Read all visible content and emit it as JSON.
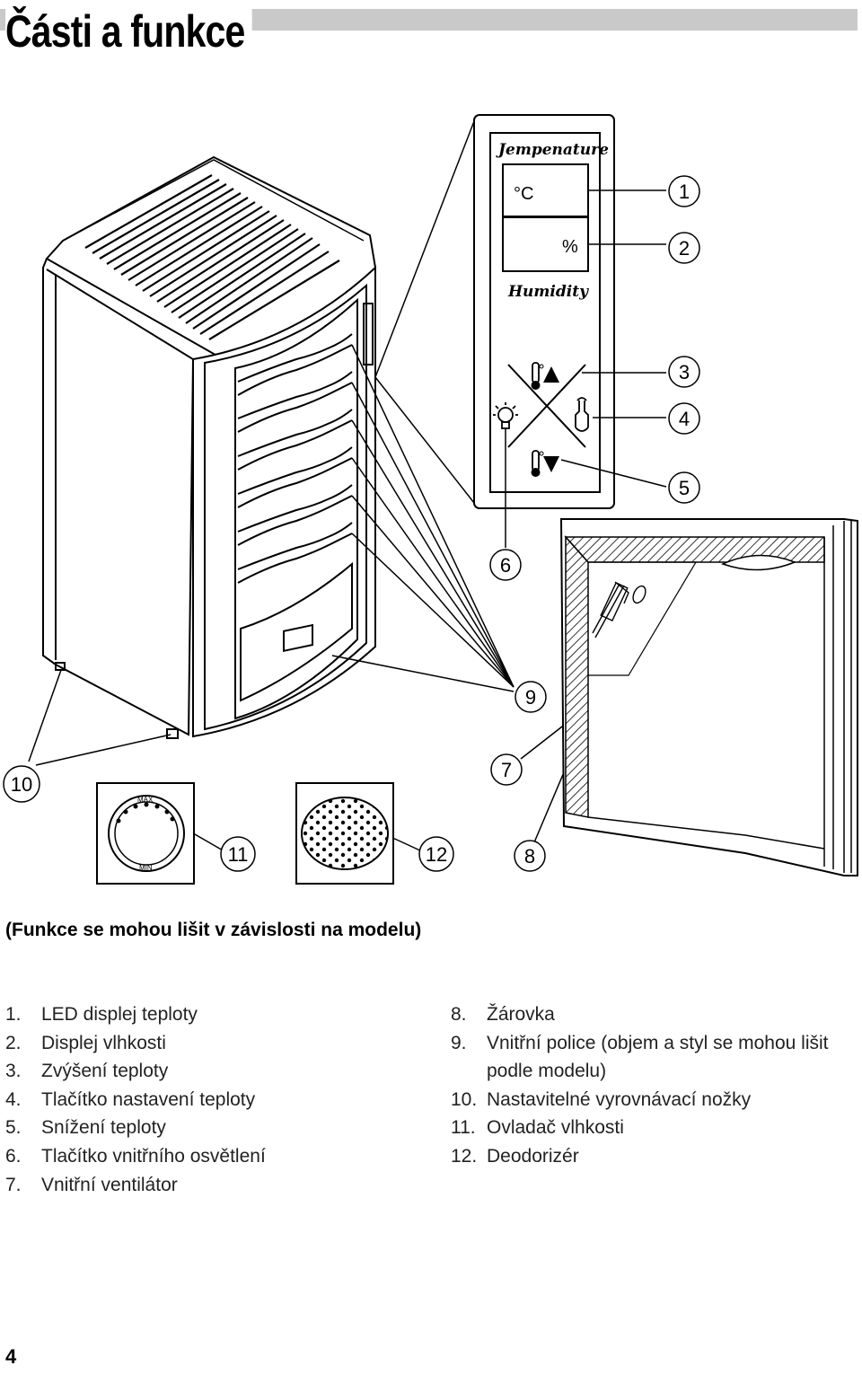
{
  "page": {
    "title": "Části a funkce",
    "note": "(Funkce se mohou lišit v závislosti na modelu)",
    "page_number": "4"
  },
  "panel": {
    "temperature_label": "Jempenature",
    "celsius_unit": "°C",
    "percent_unit": "%",
    "humidity_label": "Humidity"
  },
  "humidity_dial": {
    "max_label": "MAX",
    "min_label": "MIN"
  },
  "callouts": [
    "1",
    "2",
    "3",
    "4",
    "5",
    "6",
    "7",
    "8",
    "9",
    "10",
    "11",
    "12"
  ],
  "parts_left": [
    {
      "num": "1.",
      "text": "LED displej teploty"
    },
    {
      "num": "2.",
      "text": "Displej vlhkosti"
    },
    {
      "num": "3.",
      "text": "Zvýšení teploty"
    },
    {
      "num": "4.",
      "text": "Tlačítko nastavení teploty"
    },
    {
      "num": "5.",
      "text": "Snížení teploty"
    },
    {
      "num": "6.",
      "text": "Tlačítko vnitřního osvětlení"
    },
    {
      "num": "7.",
      "text": "Vnitřní ventilátor"
    }
  ],
  "parts_right": [
    {
      "num": "8.",
      "text": "Žárovka"
    },
    {
      "num": "9.",
      "text": "Vnitřní police (objem a styl se mohou lišit podle modelu)"
    },
    {
      "num": "10.",
      "text": "Nastavitelné vyrovnávací nožky"
    },
    {
      "num": "11.",
      "text": "Ovladač vlhkosti"
    },
    {
      "num": "12.",
      "text": "Deodorizér"
    }
  ]
}
